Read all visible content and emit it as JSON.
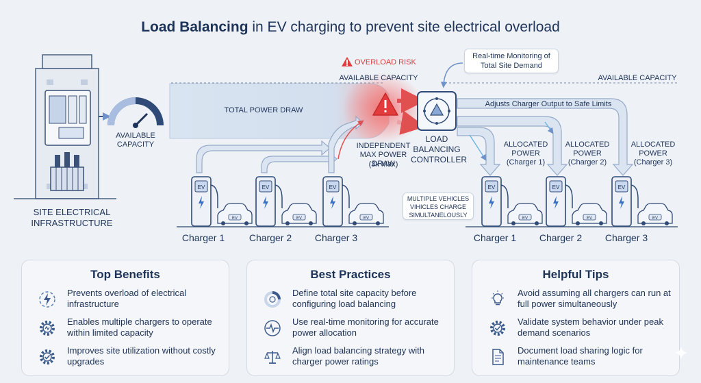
{
  "title": {
    "bold": "Load Balancing",
    "rest": " in EV charging to prevent site electrical overload"
  },
  "labels": {
    "site_infrastructure": "SITE ELECTRICAL INFRASTRUCTURE",
    "available_capacity_gauge": "AVAILABLE CAPACITY",
    "total_power_draw": "TOTAL POWER DRAW",
    "overload_risk": "OVERLOAD RISK",
    "available_capacity_line_left": "AVAILABLE CAPACITY",
    "available_capacity_line_right": "AVAILABLE CAPACITY",
    "independent_draw": "INDEPENDENT MAX POWER DRAW",
    "independent_draw_note": "(3x Max)",
    "controller": "LOAD BALANCING CONTROLLER",
    "realtime_monitoring": "Real-time Monitoring of Total Site Demand",
    "adjusts_output": "Adjusts Charger Output to Safe Limits",
    "multiple_vehicles": "MULTIPLE VEHICLES VIHICLES CHARGE SIMULTANELOUSLY",
    "ev_tag": "EV"
  },
  "chargers_left": [
    "Charger 1",
    "Charger 2",
    "Charger 3"
  ],
  "chargers_right": [
    "Charger 1",
    "Charger 2",
    "Charger 3"
  ],
  "allocated": [
    {
      "line1": "ALLOCATED",
      "line2": "POWER",
      "line3": "(Charger 1)"
    },
    {
      "line1": "ALLOCATED",
      "line2": "POWER",
      "line3": "(Charger 2)"
    },
    {
      "line1": "ALLOCATED",
      "line2": "POWER",
      "line3": "(Charger 3)"
    }
  ],
  "panels": {
    "benefits": {
      "title": "Top Benefits",
      "items": [
        {
          "text": "Prevents overload of electrical infrastructure",
          "icon": "lightning-icon"
        },
        {
          "text": "Enables multiple chargers to operate within limited capacity",
          "icon": "gear-icon"
        },
        {
          "text": "Improves site utilization without costly upgrades",
          "icon": "gear-check-icon"
        }
      ]
    },
    "practices": {
      "title": "Best Practices",
      "items": [
        {
          "text": "Define total site capacity before configuring load balancing",
          "icon": "gauge-ring-icon"
        },
        {
          "text": "Use real-time monitoring for accurate power allocation",
          "icon": "pulse-monitor-icon"
        },
        {
          "text": "Align load balancing strategy with charger power ratings",
          "icon": "scales-icon"
        }
      ]
    },
    "tips": {
      "title": "Helpful Tips",
      "items": [
        {
          "text": "Avoid assuming all chargers can run at full power simultaneously",
          "icon": "lightbulb-icon"
        },
        {
          "text": "Validate system behavior under peak demand scenarios",
          "icon": "gear-check-icon"
        },
        {
          "text": "Document load sharing logic for maintenance teams",
          "icon": "document-icon"
        }
      ]
    }
  },
  "colors": {
    "navy": "#1e3358",
    "accent_blue": "#5a7fb8",
    "overload_red": "#e23c3c",
    "flow_fill": "#d5e1f0"
  }
}
